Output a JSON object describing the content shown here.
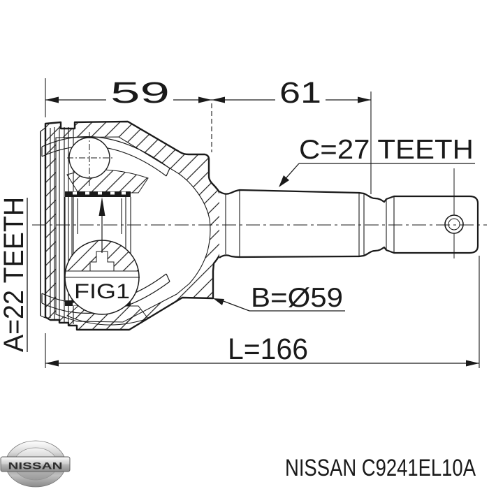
{
  "drawing": {
    "dim_width_housing": "59",
    "dim_width_shaft": "61",
    "outer_spline_label": "C=27 TEETH",
    "inner_spline_label": "A=22 TEETH",
    "diameter_label": "B=Ø59",
    "length_label": "L=166",
    "figure_label": "FIG1"
  },
  "footer": {
    "logo_text": "NISSAN",
    "part_number": "NISSAN C9241EL10A"
  },
  "colors": {
    "line": "#1a1a1a",
    "background": "#ffffff"
  }
}
